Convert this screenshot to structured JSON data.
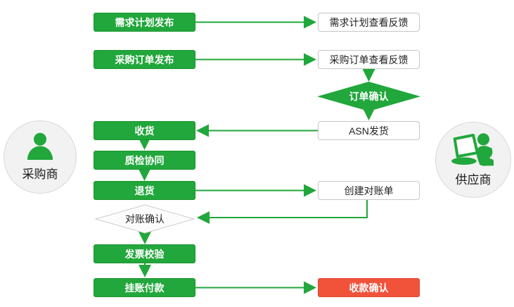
{
  "colors": {
    "green": "#21a73b",
    "green_dark": "#1b9530",
    "red": "#f0523a",
    "red_dark": "#dd4830",
    "box_border": "#c6c6c6",
    "box_fill": "#ffffff",
    "circle_fill": "#f2f2f2",
    "circle_border": "#d9d9d9",
    "text_dark": "#222222",
    "text_light": "#ffffff"
  },
  "actors": {
    "buyer": {
      "label": "采购商",
      "icon": "user-silhouette-icon"
    },
    "supplier": {
      "label": "供应商",
      "icon": "user-laptop-icon"
    }
  },
  "nodes": {
    "demand_plan_publish": {
      "label": "需求计划发布",
      "type": "process",
      "style": "green-filled"
    },
    "demand_plan_feedback": {
      "label": "需求计划查看反馈",
      "type": "process",
      "style": "outlined"
    },
    "po_publish": {
      "label": "采购订单发布",
      "type": "process",
      "style": "green-filled"
    },
    "po_feedback": {
      "label": "采购订单查看反馈",
      "type": "process",
      "style": "outlined"
    },
    "order_confirm": {
      "label": "订单确认",
      "type": "decision",
      "style": "green-filled"
    },
    "asn_ship": {
      "label": "ASN发货",
      "type": "process",
      "style": "outlined"
    },
    "receive": {
      "label": "收货",
      "type": "process",
      "style": "green-filled"
    },
    "quality_collab": {
      "label": "质检协同",
      "type": "process",
      "style": "green-filled"
    },
    "return_goods": {
      "label": "退货",
      "type": "process",
      "style": "green-filled"
    },
    "create_statement": {
      "label": "创建对账单",
      "type": "process",
      "style": "outlined"
    },
    "statement_confirm": {
      "label": "对账确认",
      "type": "decision",
      "style": "outlined"
    },
    "invoice_verify": {
      "label": "发票校验",
      "type": "process",
      "style": "green-filled"
    },
    "account_payment": {
      "label": "挂账付款",
      "type": "process",
      "style": "green-filled"
    },
    "receipt_confirm": {
      "label": "收款确认",
      "type": "process",
      "style": "red-filled"
    }
  },
  "edges": [
    {
      "from": "demand_plan_publish",
      "to": "demand_plan_feedback"
    },
    {
      "from": "po_publish",
      "to": "po_feedback"
    },
    {
      "from": "po_feedback",
      "to": "order_confirm"
    },
    {
      "from": "order_confirm",
      "to": "asn_ship"
    },
    {
      "from": "asn_ship",
      "to": "receive"
    },
    {
      "from": "receive",
      "to": "quality_collab"
    },
    {
      "from": "quality_collab",
      "to": "return_goods"
    },
    {
      "from": "return_goods",
      "to": "create_statement"
    },
    {
      "from": "create_statement",
      "to": "statement_confirm"
    },
    {
      "from": "statement_confirm",
      "to": "invoice_verify"
    },
    {
      "from": "invoice_verify",
      "to": "account_payment"
    },
    {
      "from": "account_payment",
      "to": "receipt_confirm"
    }
  ]
}
